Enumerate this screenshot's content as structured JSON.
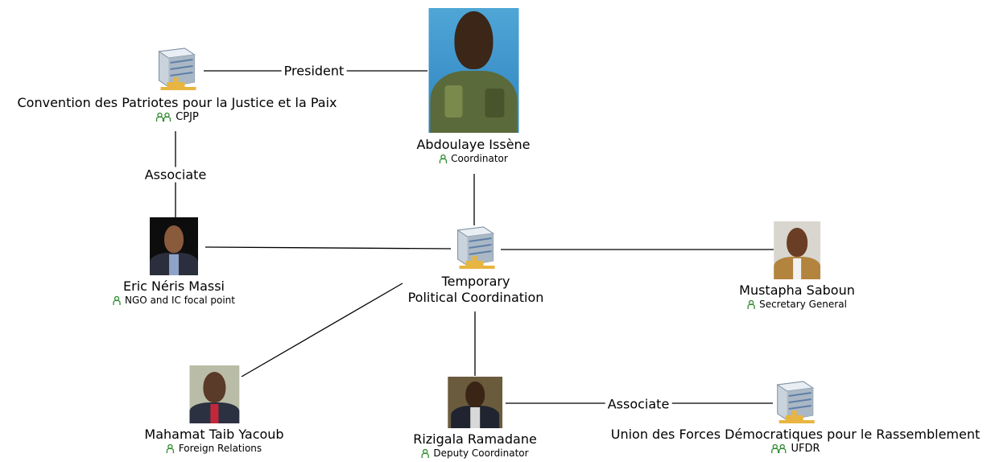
{
  "nodes": {
    "cpjp": {
      "name": "Convention des Patriotes pour la Justice et la Paix",
      "sub": "CPJP",
      "icon": "server-org-icon"
    },
    "issene": {
      "name": "Abdoulaye Issène",
      "sub": "Coordinator",
      "icon": "person-icon"
    },
    "massi": {
      "name": "Eric Néris Massi",
      "sub": "NGO and IC focal point",
      "icon": "person-icon"
    },
    "tpc": {
      "name_line1": "Temporary",
      "name_line2": "Political Coordination",
      "icon": "server-org-icon"
    },
    "saboun": {
      "name": "Mustapha Saboun",
      "sub": "Secretary General",
      "icon": "person-icon"
    },
    "yacoub": {
      "name": "Mahamat Taib Yacoub",
      "sub": "Foreign Relations",
      "icon": "person-icon"
    },
    "ramadane": {
      "name": "Rizigala Ramadane",
      "sub": "Deputy Coordinator",
      "icon": "person-icon"
    },
    "ufdr": {
      "name": "Union des Forces Démocratiques pour le Rassemblement",
      "sub": "UFDR",
      "icon": "server-org-icon"
    }
  },
  "edge_labels": {
    "cpjp_issene": "President",
    "cpjp_massi": "Associate",
    "ramadane_ufdr": "Associate"
  },
  "colors": {
    "edge": "#000000",
    "role_icon": "#2e8b2e",
    "server_body": "#c9d3dc",
    "server_stripe": "#5f7fa6",
    "network_cable": "#e7b540"
  }
}
